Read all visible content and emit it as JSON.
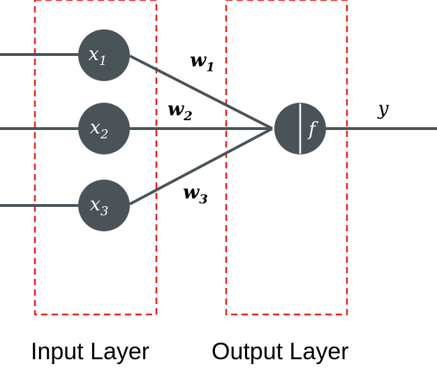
{
  "colors": {
    "node_fill": "#4a5358",
    "edge": "#4a5358",
    "box_dash": "#e8201e",
    "node_text": "#ffffff"
  },
  "inputs": [
    {
      "label": "x",
      "sub": "1"
    },
    {
      "label": "x",
      "sub": "2"
    },
    {
      "label": "x",
      "sub": "3"
    }
  ],
  "weights": [
    {
      "label": "w",
      "sub": "1"
    },
    {
      "label": "w",
      "sub": "2"
    },
    {
      "label": "w",
      "sub": "3"
    }
  ],
  "output_node": {
    "label": "f"
  },
  "output": {
    "label": "y"
  },
  "layers": {
    "input": "Input Layer",
    "output": "Output Layer"
  }
}
